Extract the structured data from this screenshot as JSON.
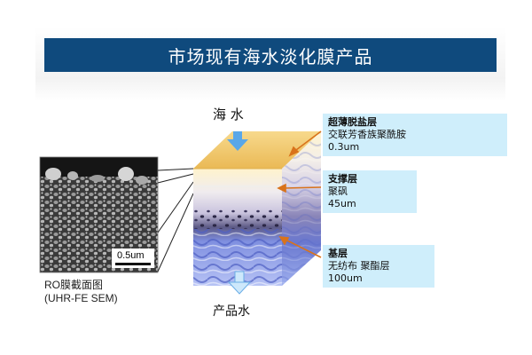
{
  "title": "市场现有海水淡化膜产品",
  "inlet_label": "海 水",
  "outlet_label": "产品水",
  "sem": {
    "scale_bar": "0.5um",
    "caption_line1": "RO膜截面图",
    "caption_line2": "(UHR-FE SEM)"
  },
  "layers": [
    {
      "name": "超薄脱盐层",
      "material": "交联芳香族聚酰胺",
      "thickness": "0.3um"
    },
    {
      "name": "支撑层",
      "material": "聚砜",
      "thickness": "45um"
    },
    {
      "name": "基层",
      "material": "无纺布 聚酯层",
      "thickness": "100um"
    }
  ],
  "colors": {
    "title_bar": "#0f4a7d",
    "callout_bg": "#cfeefb",
    "arrow_orange": "#d9731b",
    "flow_arrow": "#5aa7e8",
    "top_layer": "#f2c870"
  }
}
